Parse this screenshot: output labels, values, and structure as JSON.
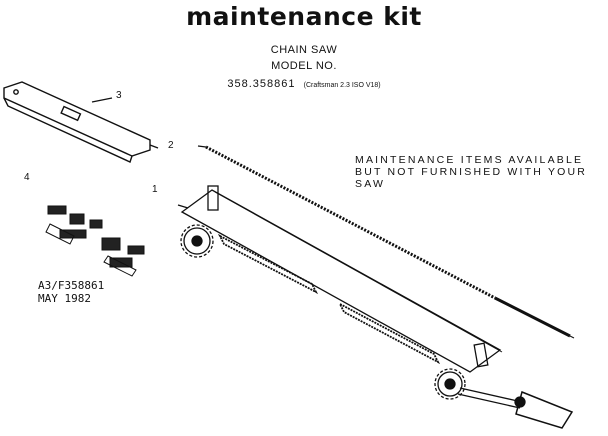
{
  "title": "maintenance kit",
  "header": {
    "line1": "CHAIN SAW",
    "line2": "MODEL NO.",
    "model_number": "358.358861",
    "model_note": "(Craftsman 2.3 ISO V18)"
  },
  "note": {
    "line1": "MAINTENANCE ITEMS AVAILABLE",
    "line2": "BUT NOT FURNISHED WITH YOUR",
    "line3": "SAW"
  },
  "part_labels": {
    "p1": "1",
    "p2": "2",
    "p3": "3",
    "p4": "4"
  },
  "reference": {
    "code": "A3/F358861",
    "date": "MAY 1982"
  }
}
